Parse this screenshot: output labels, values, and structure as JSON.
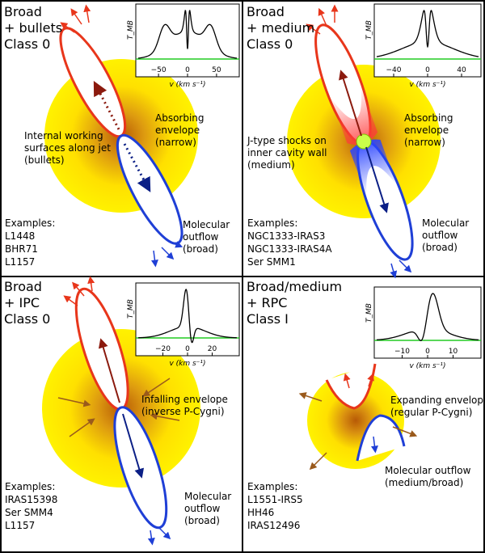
{
  "panels": [
    {
      "title": [
        "Broad",
        "+ bullets",
        "Class 0"
      ],
      "annotations": {
        "inner": [
          "Internal working",
          "surfaces along jet",
          "(bullets)"
        ],
        "envelope": [
          "Absorbing",
          "envelope",
          "(narrow)"
        ],
        "outflow": [
          "Molecular",
          "outflow",
          "(broad)"
        ]
      },
      "examples_heading": "Examples:",
      "examples": [
        "L1448",
        "BHR71",
        "L1157"
      ],
      "inset": {
        "ylabel": "T_MB",
        "xlabel": "v (km s⁻¹)",
        "xticks": [
          "−50",
          "0",
          "50"
        ],
        "xlim": [
          -85,
          85
        ],
        "profile_kind": "broad-bullets",
        "absorption": "narrow"
      }
    },
    {
      "title": [
        "Broad",
        "+ medium",
        "Class 0"
      ],
      "annotations": {
        "inner": [
          "J-type shocks on",
          "inner cavity wall",
          "(medium)"
        ],
        "envelope": [
          "Absorbing",
          "envelope",
          "(narrow)"
        ],
        "outflow": [
          "Molecular",
          "outflow",
          "(broad)"
        ]
      },
      "examples_heading": "Examples:",
      "examples": [
        "NGC1333-IRAS3",
        "NGC1333-IRAS4A",
        "Ser SMM1"
      ],
      "inset": {
        "ylabel": "T_MB",
        "xlabel": "v (km s⁻¹)",
        "xticks": [
          "−40",
          "0",
          "40"
        ],
        "xlim": [
          -60,
          60
        ],
        "profile_kind": "broad-medium",
        "absorption": "narrow"
      }
    },
    {
      "title": [
        "Broad",
        "+ IPC",
        "Class 0"
      ],
      "annotations": {
        "envelope": [
          "Infalling envelope",
          "(inverse P-Cygni)"
        ],
        "outflow": [
          "Molecular",
          "outflow",
          "(broad)"
        ]
      },
      "examples_heading": "Examples:",
      "examples": [
        "IRAS15398",
        "Ser SMM4",
        "L1157"
      ],
      "inset": {
        "ylabel": "T_MB",
        "xlabel": "v (km s⁻¹)",
        "xticks": [
          "−20",
          "0",
          "20"
        ],
        "xlim": [
          -40,
          40
        ],
        "profile_kind": "inverse-p-cygni",
        "absorption": "redshifted"
      }
    },
    {
      "title": [
        "Broad/medium",
        "+ RPC",
        "Class I"
      ],
      "annotations": {
        "envelope": [
          "Expanding envelope",
          "(regular P-Cygni)"
        ],
        "outflow": [
          "Molecular outflow",
          "(medium/broad)"
        ]
      },
      "examples_heading": "Examples:",
      "examples": [
        "L1551-IRS5",
        "HH46",
        "IRAS12496"
      ],
      "inset": {
        "ylabel": "T_MB",
        "xlabel": "v (km s⁻¹)",
        "xticks": [
          "−10",
          "0",
          "10"
        ],
        "xlim": [
          -20,
          20
        ],
        "profile_kind": "regular-p-cygni",
        "absorption": "blueshifted"
      }
    }
  ],
  "colors": {
    "red_lobe": "#e8361b",
    "blue_lobe": "#1f3fd6",
    "jet_red": "#8b1a0e",
    "jet_blue": "#0b1f86",
    "envelope_outer": "#ffee00",
    "envelope_inner": "#c8700a",
    "baseline": "#22cc22",
    "infall_arrow": "#9a5a1c"
  }
}
